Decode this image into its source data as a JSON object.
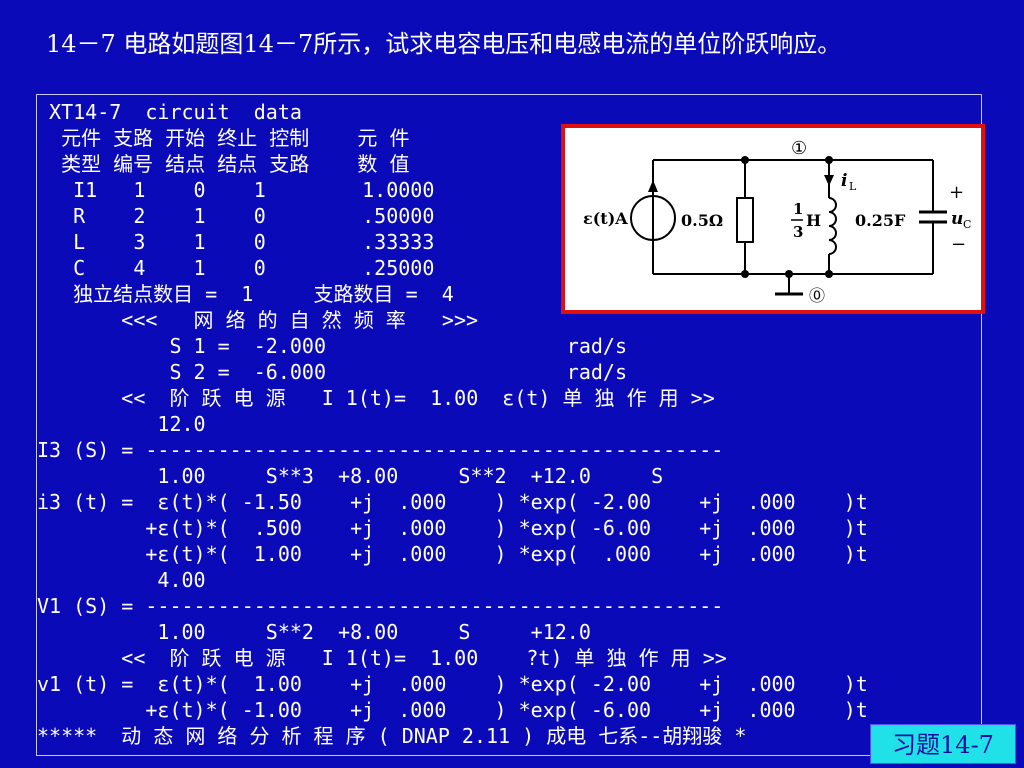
{
  "slide": {
    "title": "14－7 电路如题图14－7所示，试求电容电压和电感电流的单位阶跃响应。",
    "tag": "习题14-7"
  },
  "console": {
    "lines": [
      " XT14-7  circuit  data",
      "  元件 支路 开始 终止 控制    元 件",
      "  类型 编号 结点 结点 支路    数 值",
      "   I1   1    0    1        1.0000",
      "   R    2    1    0        .50000",
      "   L    3    1    0        .33333",
      "   C    4    1    0        .25000",
      "   独立结点数目 =  1     支路数目 =  4",
      "       <<<   网 络 的 自 然 频 率   >>>",
      "           S 1 =  -2.000                    rad/s",
      "           S 2 =  -6.000                    rad/s",
      "       <<  阶 跃 电 源   I 1(t)=  1.00  ε(t) 单 独 作 用 >>",
      "          12.0",
      "I3 (S) = ------------------------------------------------",
      "          1.00     S**3  +8.00     S**2  +12.0     S",
      "i3 (t) =  ε(t)*( -1.50    +j  .000    ) *exp( -2.00    +j  .000    )t",
      "         +ε(t)*(  .500    +j  .000    ) *exp( -6.00    +j  .000    )t",
      "         +ε(t)*(  1.00    +j  .000    ) *exp(  .000    +j  .000    )t",
      "          4.00",
      "V1 (S) = ------------------------------------------------",
      "          1.00     S**2  +8.00     S     +12.0",
      "       <<  阶 跃 电 源   I 1(t)=  1.00    ?t) 单 独 作 用 >>",
      "v1 (t) =  ε(t)*(  1.00    +j  .000    ) *exp( -2.00    +j  .000    )t",
      "         +ε(t)*( -1.00    +j  .000    ) *exp( -6.00    +j  .000    )t",
      "*****  动 态 网 络 分 析 程 序 ( DNAP 2.11 ) 成电 七系--胡翔骏 *"
    ]
  },
  "circuit": {
    "node1": "①",
    "node0": "⓪",
    "source_label": "ε(t)A",
    "resistor_label": "0.5Ω",
    "inductor_num": "1",
    "inductor_den": "3",
    "inductor_unit": "H",
    "current_label": "i",
    "current_sub": "L",
    "capacitor_label": "0.25F",
    "plus": "+",
    "minus": "−",
    "voltage_label": "u",
    "voltage_sub": "C"
  }
}
